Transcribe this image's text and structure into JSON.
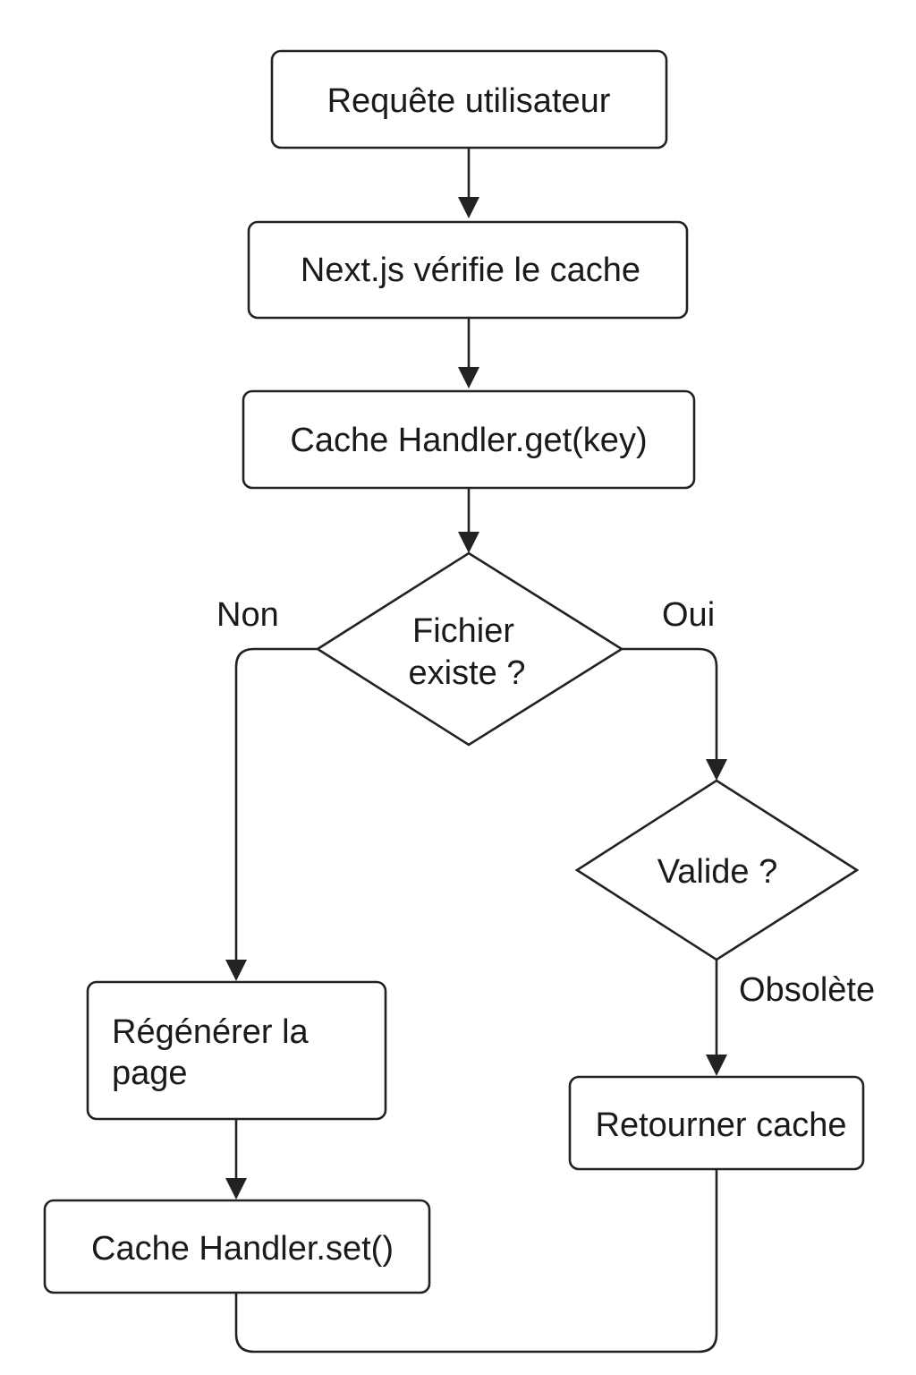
{
  "nodes": {
    "request": {
      "text": "Requête utilisateur"
    },
    "nextjs_check": {
      "text": "Next.js vérifie le cache"
    },
    "cache_get": {
      "text": "Cache Handler.get(key)"
    },
    "file_exists": {
      "line1": "Fichier",
      "line2": "existe ?"
    },
    "valid": {
      "text": "Valide ?"
    },
    "regenerate": {
      "line1": "Régénérer la",
      "line2": "page"
    },
    "cache_set": {
      "text": "Cache Handler.set()"
    },
    "return_cache": {
      "text": "Retourner cache"
    }
  },
  "edge_labels": {
    "no": "Non",
    "yes": "Oui",
    "stale": "Obsolète"
  },
  "colors": {
    "stroke": "#222222",
    "text": "#1a1a1a",
    "background": "#ffffff"
  }
}
